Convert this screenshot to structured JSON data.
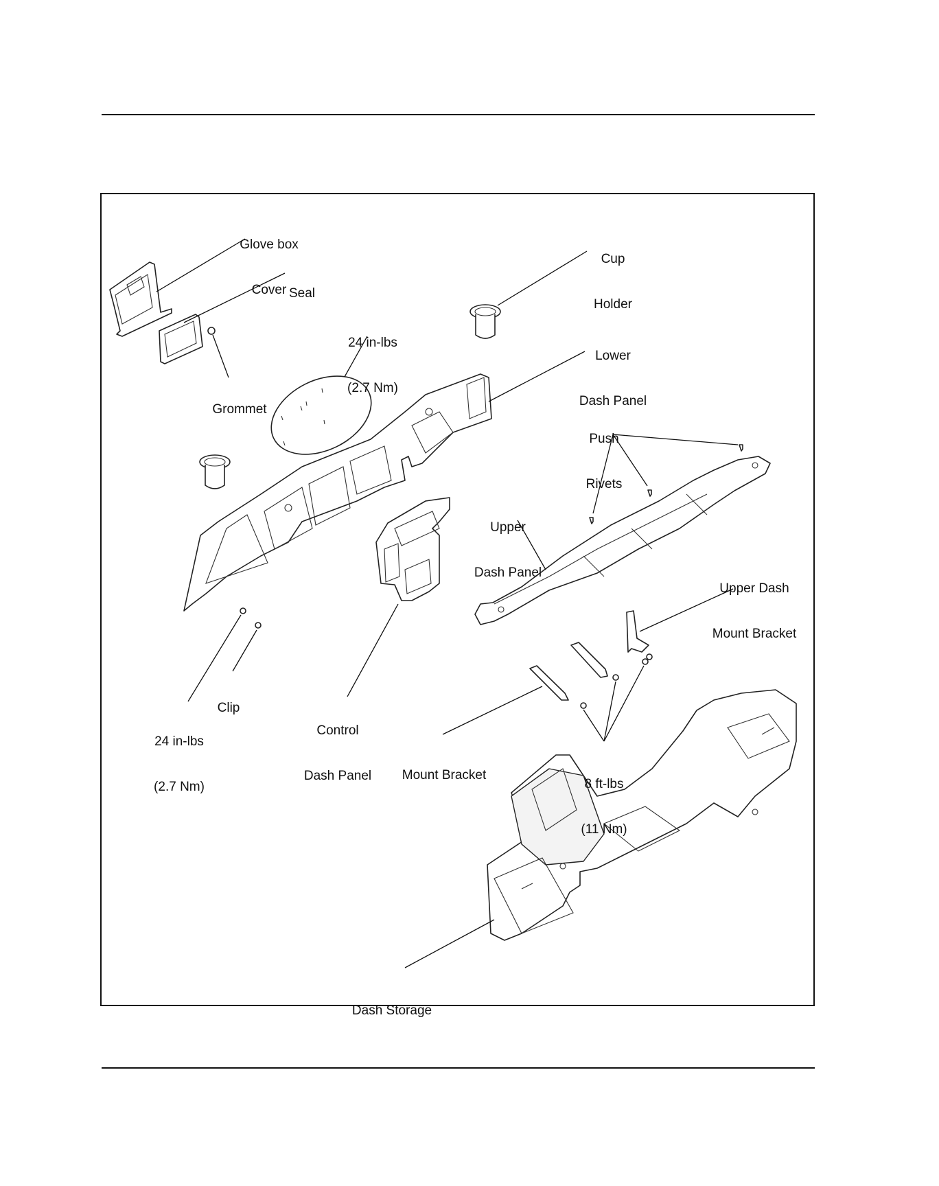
{
  "labels": {
    "glove_box_cover": [
      "Glove box",
      "Cover"
    ],
    "seal": [
      "Seal"
    ],
    "cup_holder": [
      "Cup",
      "Holder"
    ],
    "torque_top": [
      "24 in-lbs",
      "(2.7 Nm)"
    ],
    "lower_dash_panel": [
      "Lower",
      "Dash Panel"
    ],
    "grommet": [
      "Grommet"
    ],
    "push_rivets": [
      "Push",
      "Rivets"
    ],
    "upper_dash_panel": [
      "Upper",
      "Dash Panel"
    ],
    "upper_dash_mount_bracket": [
      "Upper Dash",
      "Mount Bracket"
    ],
    "clip": [
      "Clip"
    ],
    "torque_bottom": [
      "24 in-lbs",
      "(2.7 Nm)"
    ],
    "control_dash_panel": [
      "Control",
      "Dash Panel"
    ],
    "mount_bracket": [
      "Mount Bracket"
    ],
    "torque_bracket": [
      "8 ft-lbs",
      "(11 Nm)"
    ],
    "dash_storage": [
      "Dash Storage"
    ]
  }
}
